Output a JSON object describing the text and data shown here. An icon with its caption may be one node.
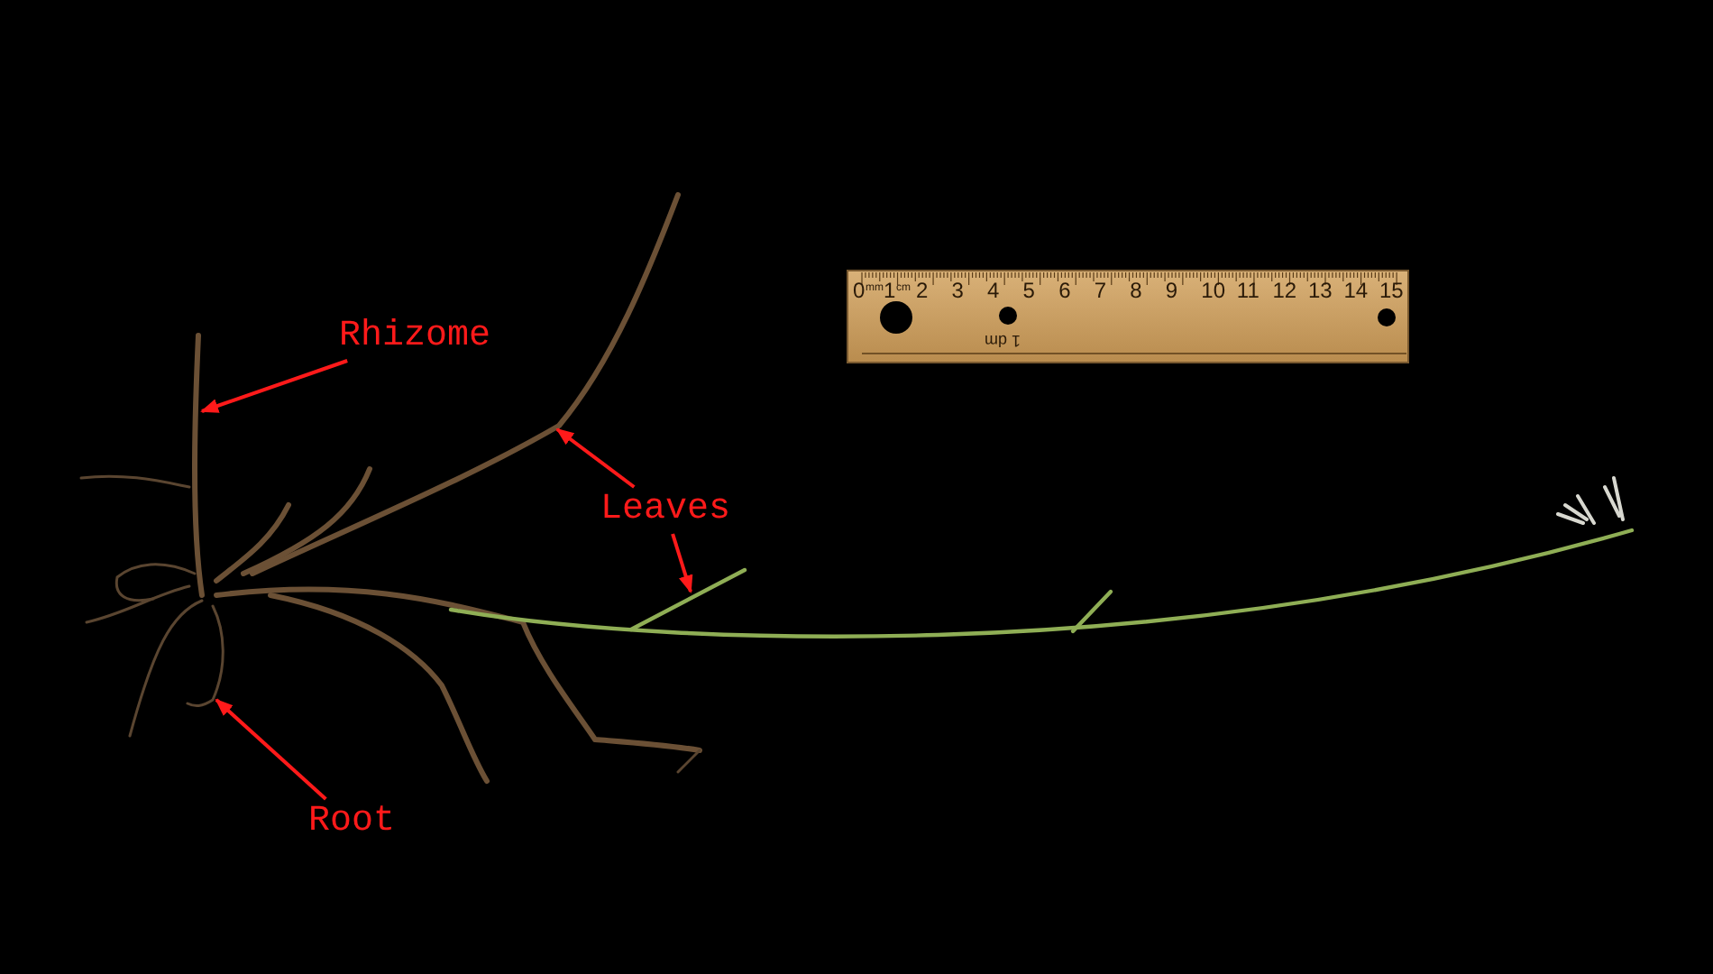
{
  "diagram": {
    "nodes": [
      {
        "text": [
          "Rhizome"
        ]
      },
      {
        "text": [
          "Leaves"
        ]
      },
      {
        "text": [
          "Root"
        ]
      }
    ],
    "edges": [
      {
        "from": 0,
        "to": null,
        "arrow": "to"
      },
      {
        "from": 1,
        "to": null,
        "arrow": "to"
      },
      {
        "from": 1,
        "to": null,
        "arrow": "to"
      },
      {
        "from": 2,
        "to": null,
        "arrow": "to"
      }
    ],
    "labels": [
      "0",
      "mm",
      "1",
      "cm",
      "2",
      "3",
      "4",
      "5",
      "6",
      "7",
      "8",
      "9",
      "10",
      "11",
      "12",
      "13",
      "14",
      "15",
      "1 dm"
    ]
  }
}
